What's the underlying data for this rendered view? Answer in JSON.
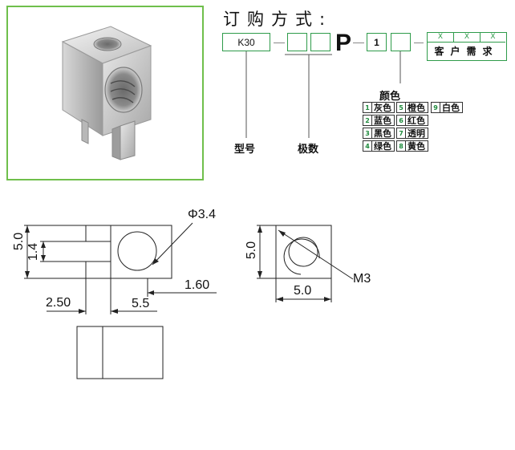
{
  "order": {
    "title": "订购方式:",
    "model_code": "K30",
    "series_letter": "P",
    "variant_code": "1",
    "custom_marks": [
      "X",
      "X",
      "X"
    ],
    "custom_label": "客户需求",
    "model_label": "型号",
    "poles_label": "极数"
  },
  "colors": {
    "title": "颜色",
    "items": [
      {
        "num": "1",
        "name": "灰色"
      },
      {
        "num": "2",
        "name": "蓝色"
      },
      {
        "num": "3",
        "name": "黑色"
      },
      {
        "num": "4",
        "name": "绿色"
      },
      {
        "num": "5",
        "name": "橙色"
      },
      {
        "num": "6",
        "name": "红色"
      },
      {
        "num": "7",
        "name": "透明"
      },
      {
        "num": "8",
        "name": "黄色"
      },
      {
        "num": "9",
        "name": "白色"
      }
    ]
  },
  "drawing": {
    "front": {
      "height": "5.0",
      "slot": "1.4",
      "hole": "Φ3.4",
      "offset": "2.50",
      "width": "5.5",
      "wall": "1.60"
    },
    "side": {
      "height": "5.0",
      "width": "5.0",
      "thread": "M3"
    }
  }
}
